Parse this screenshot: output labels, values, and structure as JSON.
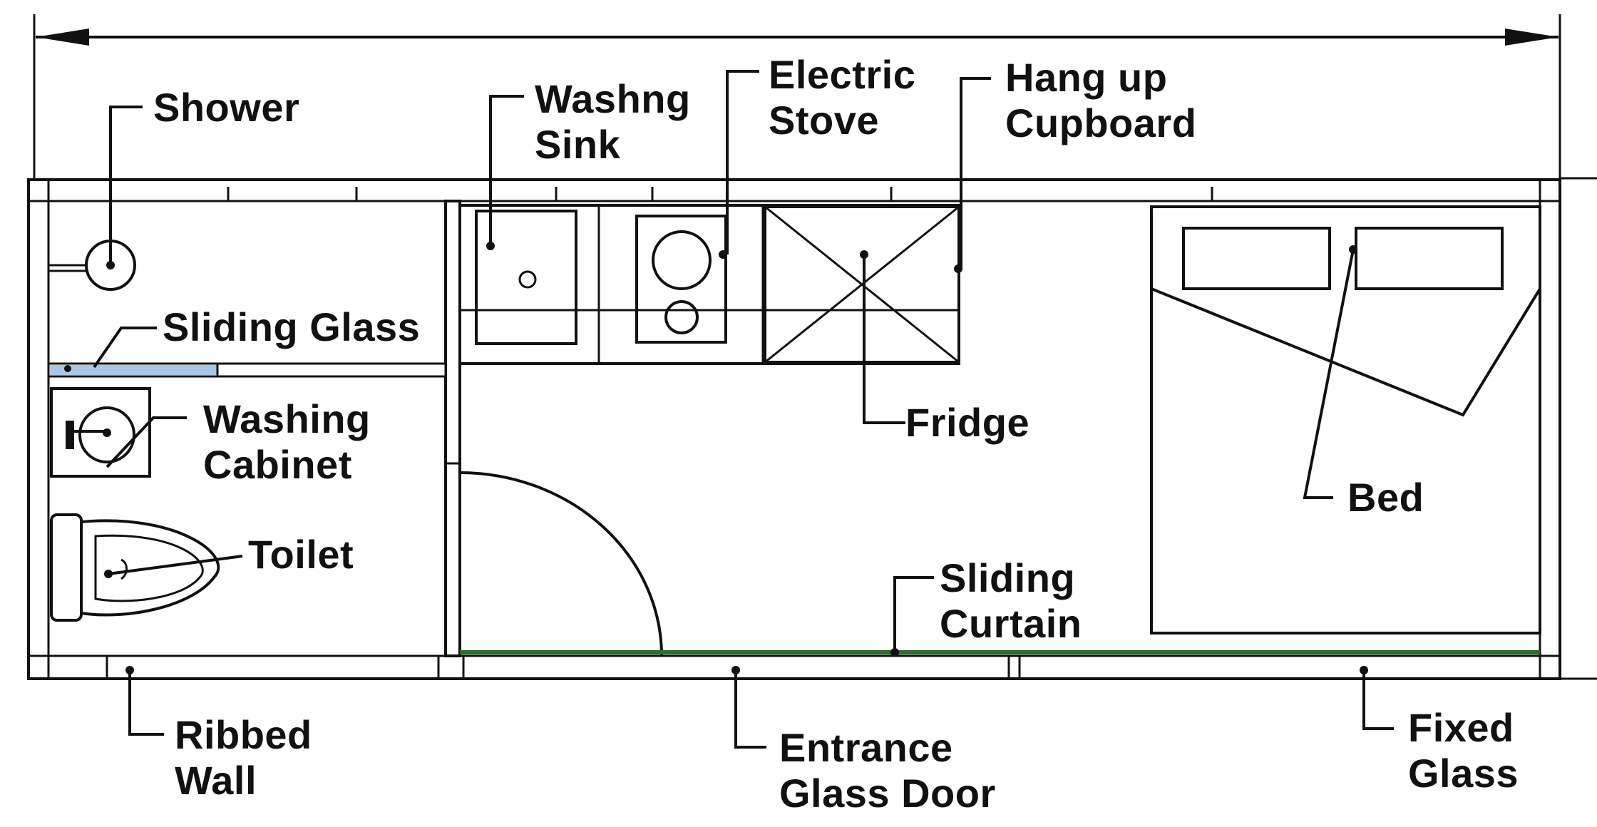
{
  "labels": {
    "shower": "Shower",
    "washing_sink_1": "Washng",
    "washing_sink_2": "Sink",
    "electric_stove_1": "Electric",
    "electric_stove_2": "Stove",
    "hang_up_cupboard_1": "Hang up",
    "hang_up_cupboard_2": "Cupboard",
    "sliding_glass": "Sliding Glass",
    "washing_cabinet_1": "Washing",
    "washing_cabinet_2": "Cabinet",
    "toilet": "Toilet",
    "fridge": "Fridge",
    "bed": "Bed",
    "sliding_curtain_1": "Sliding",
    "sliding_curtain_2": "Curtain",
    "ribbed_wall_1": "Ribbed",
    "ribbed_wall_2": "Wall",
    "entrance_glass_door_1": "Entrance",
    "entrance_glass_door_2": "Glass Door",
    "fixed_glass_1": "Fixed",
    "fixed_glass_2": "Glass"
  },
  "colors": {
    "line": "#111111",
    "sliding_glass_accent": "#a9c8e8",
    "curtain_accent": "#2e6b2e"
  }
}
